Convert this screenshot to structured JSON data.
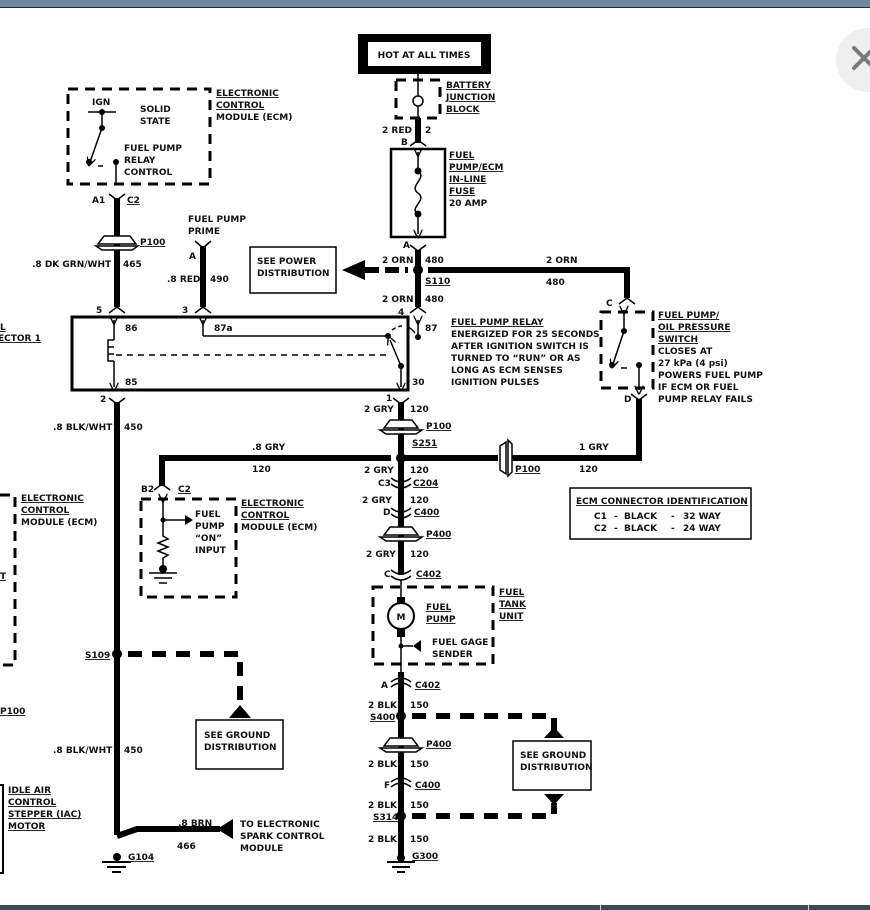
{
  "window": {
    "close_button_icon": "close-x-icon"
  },
  "diagram": {
    "hot_at_all_times": "HOT AT ALL TIMES",
    "battery_junction_block": [
      "BATTERY",
      "JUNCTION",
      "BLOCK"
    ],
    "wire_2red": {
      "color": "2 RED",
      "circuit": "2",
      "pin": "B"
    },
    "fuse": {
      "title": [
        "FUEL",
        "PUMP/ECM",
        "IN-LINE",
        "FUSE"
      ],
      "rating": "20 AMP",
      "pin_bottom": "A"
    },
    "wire_orn_upper": {
      "color": "2 ORN",
      "circuit": "480"
    },
    "splice_s110": "S110",
    "wire_orn_lower": {
      "color": "2 ORN",
      "circuit": "480",
      "pin": "4"
    },
    "wire_orn_right": {
      "color": "2 ORN",
      "circuit": "480"
    },
    "see_power_distribution": [
      "SEE POWER",
      "DISTRIBUTION"
    ],
    "ecm_top": {
      "label": [
        "ELECTRONIC",
        "CONTROL",
        "MODULE (ECM)"
      ],
      "ign": "IGN",
      "solid_state": [
        "SOLID",
        "STATE"
      ],
      "relay_control": [
        "FUEL PUMP",
        "RELAY",
        "CONTROL"
      ],
      "pin": "A1",
      "connector": "C2"
    },
    "wire_465": {
      "pass_through": "P100",
      "color": ".8 DK GRN/WHT",
      "circuit": "465",
      "pin": "5"
    },
    "fuel_pump_prime": {
      "label": [
        "FUEL PUMP",
        "PRIME"
      ],
      "pin": "A",
      "color": ".8 RED",
      "circuit": "490",
      "relay_pin": "3"
    },
    "left_edge_label": [
      "L",
      "ECTOR 1"
    ],
    "relay": {
      "pins": {
        "p86": "86",
        "p87a": "87a",
        "p87": "87",
        "p85": "85",
        "p30": "30"
      },
      "description": [
        "FUEL PUMP RELAY",
        "ENERGIZED FOR 25 SECONDS",
        "AFTER IGNITION SWITCH IS",
        "TURNED TO “RUN” OR AS",
        "LONG AS ECM SENSES",
        "IGNITION PULSES"
      ],
      "pin_bottom_left": "2",
      "pin_bottom_right": "1"
    },
    "oil_pressure_switch": {
      "pin_top": "C",
      "pin_bottom": "D",
      "title": [
        "FUEL PUMP/",
        "OIL PRESSURE",
        "SWITCH"
      ],
      "description": [
        "CLOSES AT",
        "27 kPa (4 psi)",
        "POWERS FUEL PUMP",
        "IF ECM OR FUEL",
        "PUMP RELAY FAILS"
      ]
    },
    "wire_450_upper": {
      "color": ".8 BLK/WHT",
      "circuit": "450"
    },
    "wire_120_relay": {
      "color": "2 GRY",
      "circuit": "120",
      "pass_through": "P100"
    },
    "splice_s251": "S251",
    "wire_08gry": {
      "color": ".8 GRY",
      "circuit": "120"
    },
    "wire_1gry": {
      "color": "1 GRY",
      "circuit": "120",
      "pass_through": "P100"
    },
    "ecm_connector_id": {
      "title": "ECM CONNECTOR IDENTIFICATION",
      "rows": [
        {
          "connector": "C1",
          "color": "BLACK",
          "ways": "32 WAY"
        },
        {
          "connector": "C2",
          "color": "BLACK",
          "ways": "24 WAY"
        }
      ]
    },
    "wire_120_c204": {
      "color": "2 GRY",
      "circuit": "120",
      "pin": "C3",
      "connector": "C204"
    },
    "wire_120_c400": {
      "color": "2 GRY",
      "circuit": "120",
      "pin": "D",
      "connector": "C400"
    },
    "p400_upper": "P400",
    "wire_120_c402": {
      "color": "2 GRY",
      "circuit": "120",
      "pin": "C",
      "connector": "C402"
    },
    "ecm_left": {
      "label": [
        "ELECTRONIC",
        "CONTROL",
        "MODULE (ECM)"
      ],
      "partial": "T"
    },
    "ecm_input": {
      "pin": "B2",
      "connector": "C2",
      "label": [
        "FUEL",
        "PUMP",
        "“ON”",
        "INPUT"
      ],
      "module_label": [
        "ELECTRONIC",
        "CONTROL",
        "MODULE (ECM)"
      ]
    },
    "fuel_tank_unit": {
      "label": [
        "FUEL",
        "TANK",
        "UNIT"
      ],
      "motor": "M",
      "pump": [
        "FUEL",
        "PUMP"
      ],
      "sender": [
        "FUEL GAGE",
        "SENDER"
      ]
    },
    "splice_s109": "S109",
    "see_ground_left": [
      "SEE GROUND",
      "DISTRIBUTION"
    ],
    "left_p100": "P100",
    "wire_450_lower": {
      "color": ".8 BLK/WHT",
      "circuit": "450"
    },
    "iac": [
      "IDLE AIR",
      "CONTROL",
      "STEPPER (IAC)",
      "MOTOR"
    ],
    "wire_466": {
      "color": ".8 BRN",
      "circuit": "466"
    },
    "spark_control": [
      "TO ELECTRONIC",
      "SPARK CONTROL",
      "MODULE"
    ],
    "ground_g104": "G104",
    "c402_lower": {
      "pin": "A",
      "connector": "C402"
    },
    "wire_150_a": {
      "color": "2 BLK",
      "circuit": "150"
    },
    "splice_s400": "S400",
    "p400_lower": "P400",
    "wire_150_b": {
      "color": "2 BLK",
      "circuit": "150"
    },
    "c400_lower": {
      "pin": "F",
      "connector": "C400"
    },
    "wire_150_c": {
      "color": "2 BLK",
      "circuit": "150"
    },
    "splice_s314": "S314",
    "wire_150_d": {
      "color": "2 BLK",
      "circuit": "150"
    },
    "ground_g300": "G300",
    "see_ground_right": [
      "SEE GROUND",
      "DISTRIBUTION"
    ]
  }
}
